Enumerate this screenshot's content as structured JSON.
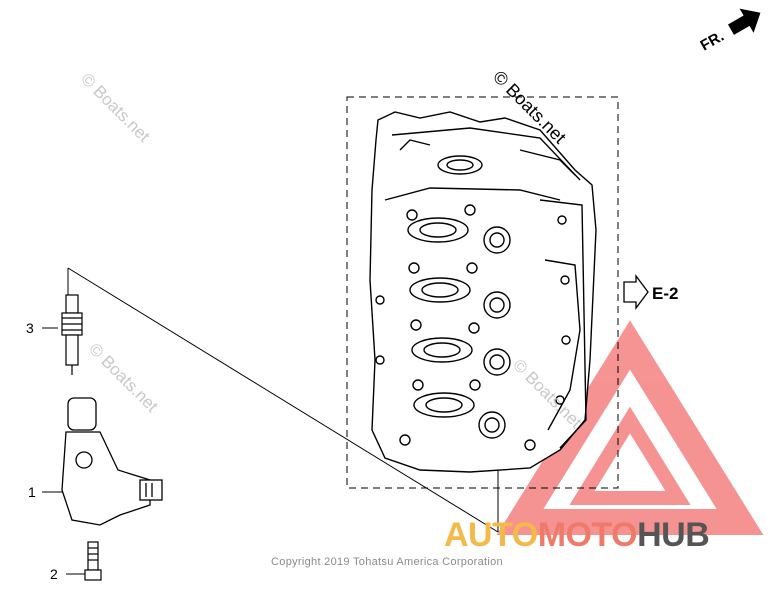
{
  "callouts": {
    "c1": "1",
    "c2": "2",
    "c3": "3"
  },
  "ref_label": "E-2",
  "front_label": "FR.",
  "watermarks": {
    "w_top": "© Boats.net",
    "w_left_top": "© Boats.net",
    "w_left_mid": "© Boats.net",
    "w_center": "© Boats.net"
  },
  "copyright": "Copyright 2019 Tohatsu America Corporation",
  "logo": {
    "part1": "AUTO",
    "part2": "MOTO",
    "part3": "HUB",
    "color1": "#f5b94a",
    "color2": "#f07a6a",
    "color3": "#555555",
    "triangle_color": "#ee3a3a"
  },
  "icons": {
    "front_arrow": "arrow-icon",
    "ref_arrow": "outline-arrow-icon"
  }
}
